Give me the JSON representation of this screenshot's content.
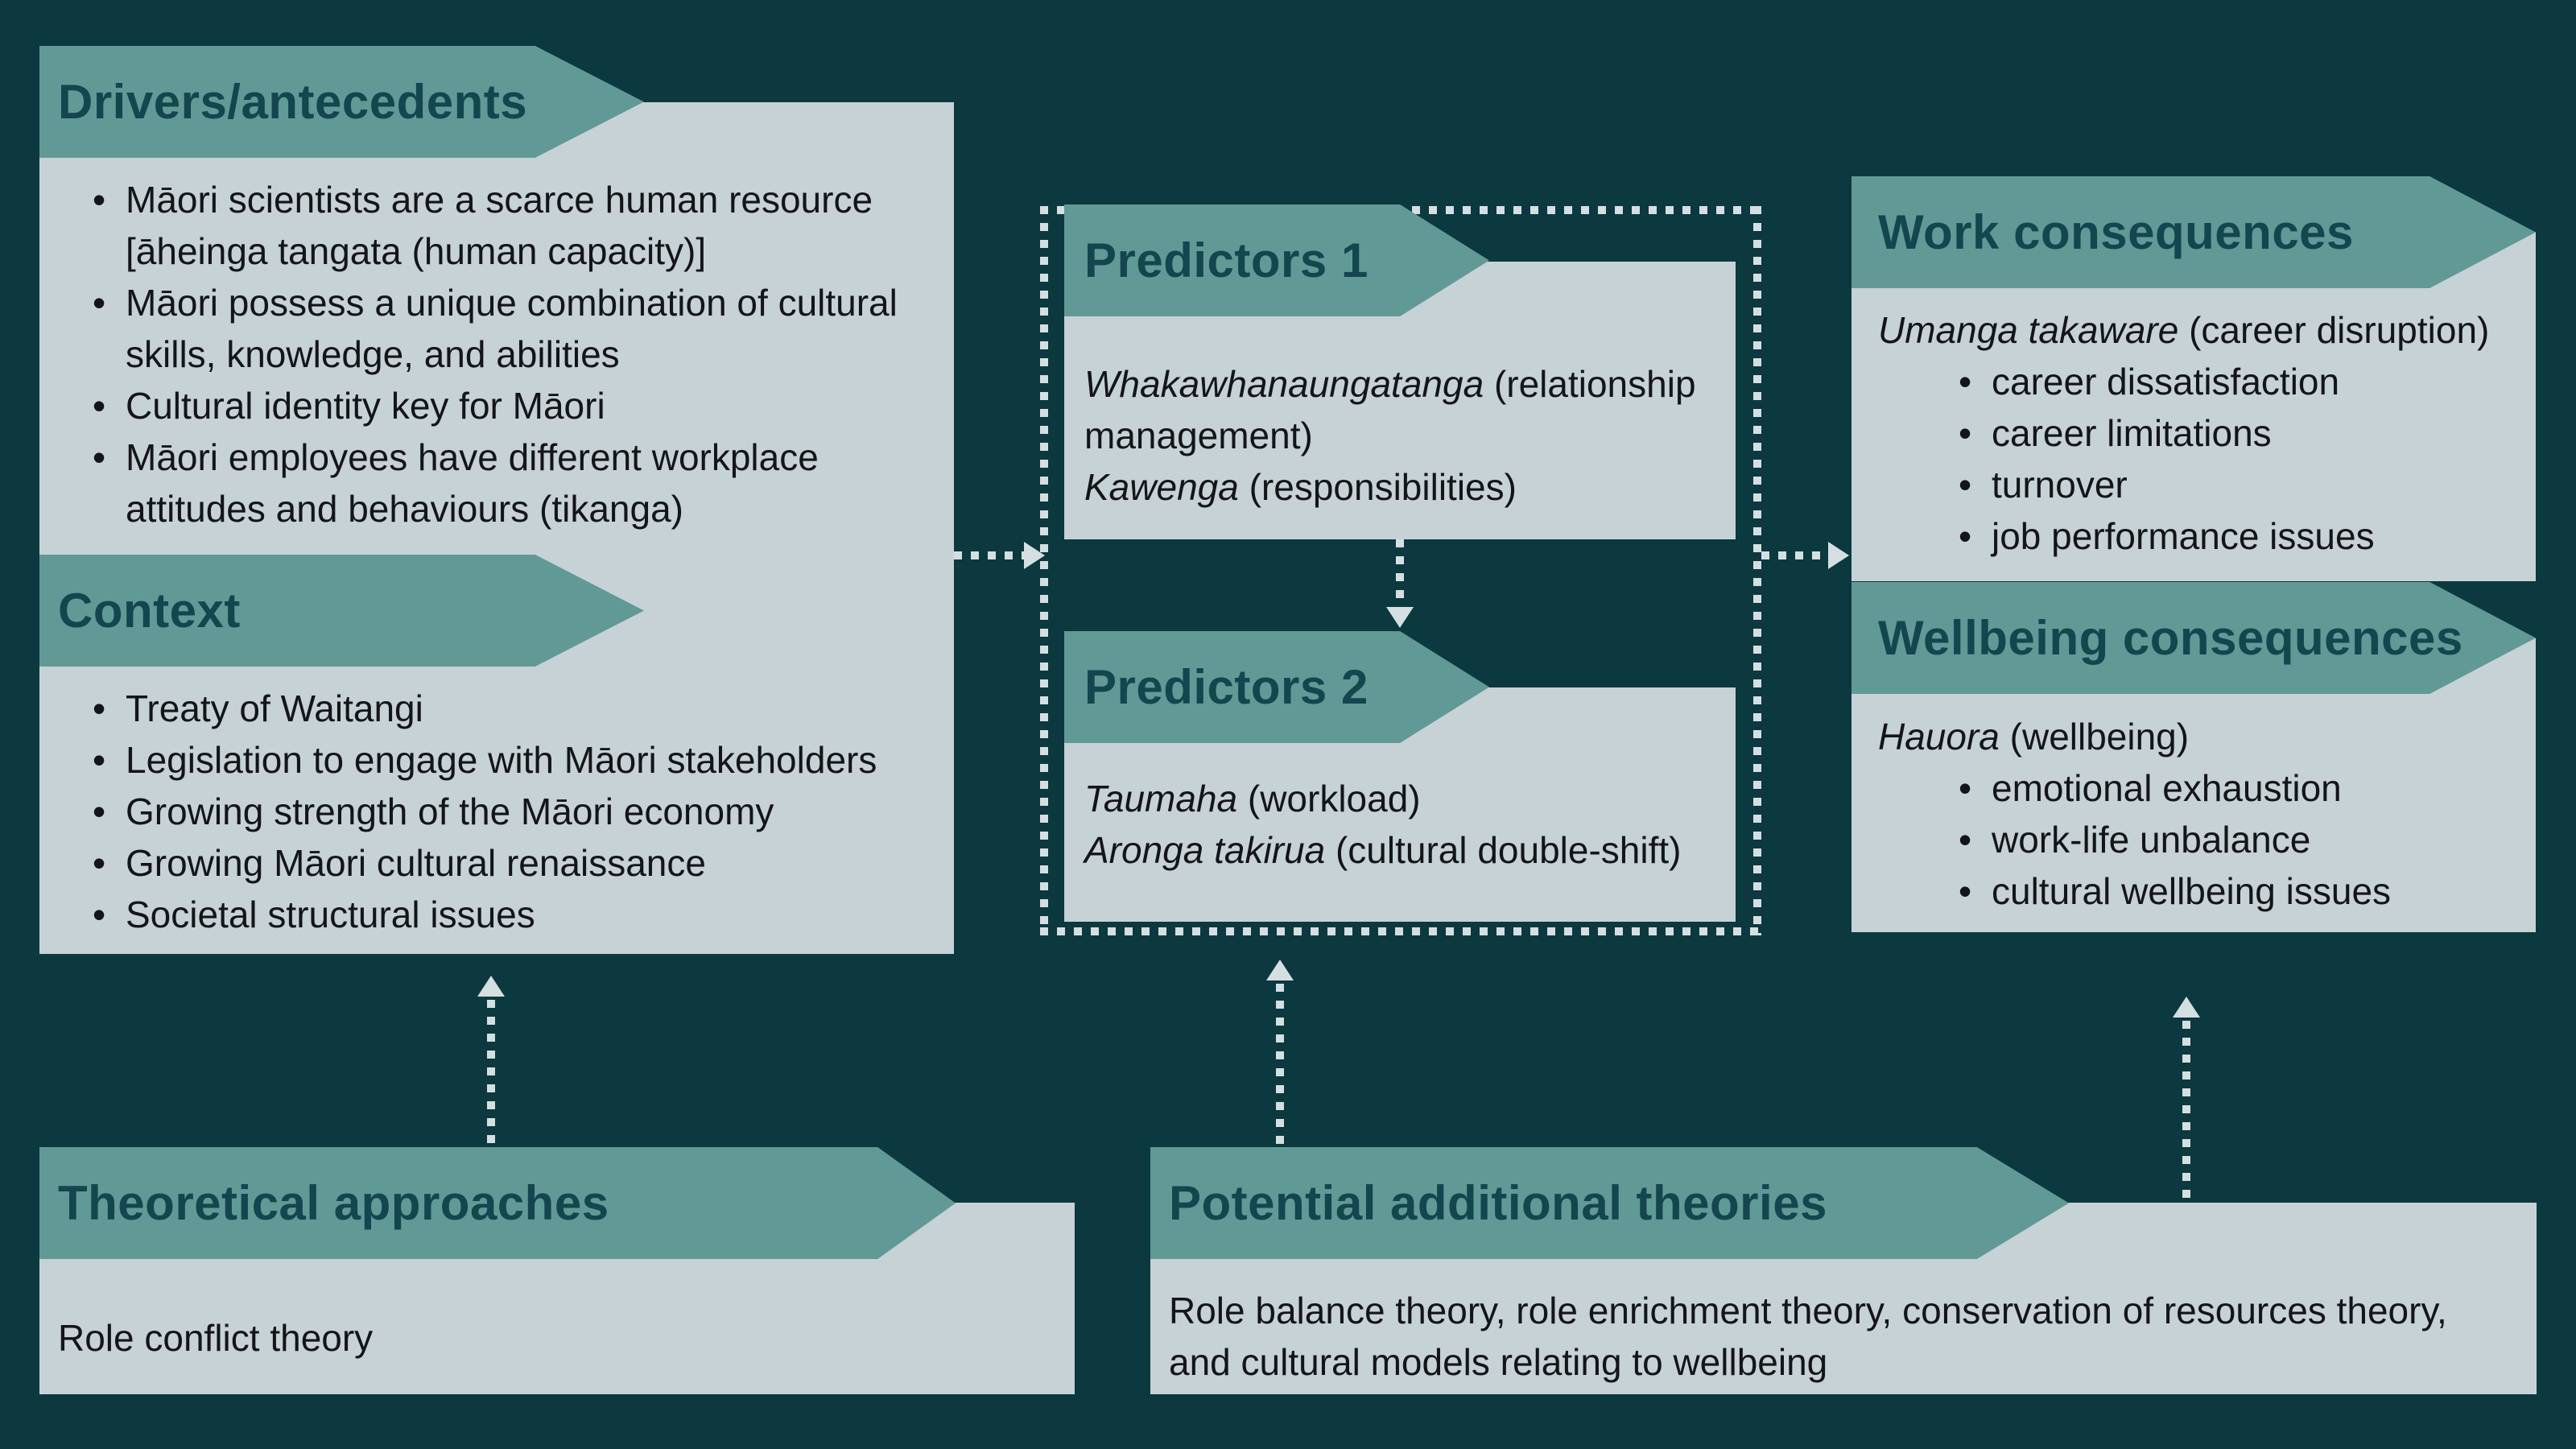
{
  "colors": {
    "background": "#0c3840",
    "banner": "#619996",
    "panel": "#c7d2d6",
    "heading_text": "#13464e",
    "body_text": "#131518",
    "dotted_lines": "#d5dfe1"
  },
  "boxes": {
    "drivers": {
      "title": "Drivers/antecedents",
      "bullets": [
        "Māori scientists are a scarce human resource [āheinga tangata (human capacity)]",
        "Māori possess a unique combination of cultural skills, knowledge, and abilities",
        "Cultural identity key for Māori",
        "Māori employees have different workplace attitudes and behaviours (tikanga)"
      ]
    },
    "context": {
      "title": "Context",
      "bullets": [
        "Treaty of Waitangi",
        "Legislation to engage with Māori stakeholders",
        "Growing strength of the Māori economy",
        "Growing Māori cultural renaissance",
        "Societal structural issues"
      ]
    },
    "predictors1": {
      "title": "Predictors 1",
      "lines": [
        {
          "term": "Whakawhanaungatanga",
          "gloss": " (relationship management)"
        },
        {
          "term": "Kawenga",
          "gloss": " (responsibilities)"
        }
      ]
    },
    "predictors2": {
      "title": "Predictors 2",
      "lines": [
        {
          "term": "Taumaha",
          "gloss": " (workload)"
        },
        {
          "term": "Aronga takirua",
          "gloss": " (cultural double-shift)"
        }
      ]
    },
    "work": {
      "title": "Work consequences",
      "lead_term": "Umanga takaware",
      "lead_gloss": " (career disruption)",
      "bullets": [
        "career dissatisfaction",
        "career limitations",
        "turnover",
        "job performance issues"
      ]
    },
    "wellbeing": {
      "title": "Wellbeing consequences",
      "lead_term": "Hauora",
      "lead_gloss": " (wellbeing)",
      "bullets": [
        "emotional exhaustion",
        "work-life unbalance",
        "cultural wellbeing issues"
      ]
    },
    "theoretical": {
      "title": "Theoretical approaches",
      "body": "Role conflict theory"
    },
    "potential": {
      "title": "Potential additional theories",
      "body": "Role balance theory, role enrichment theory, conservation of resources theory, and cultural models relating to wellbeing"
    }
  }
}
